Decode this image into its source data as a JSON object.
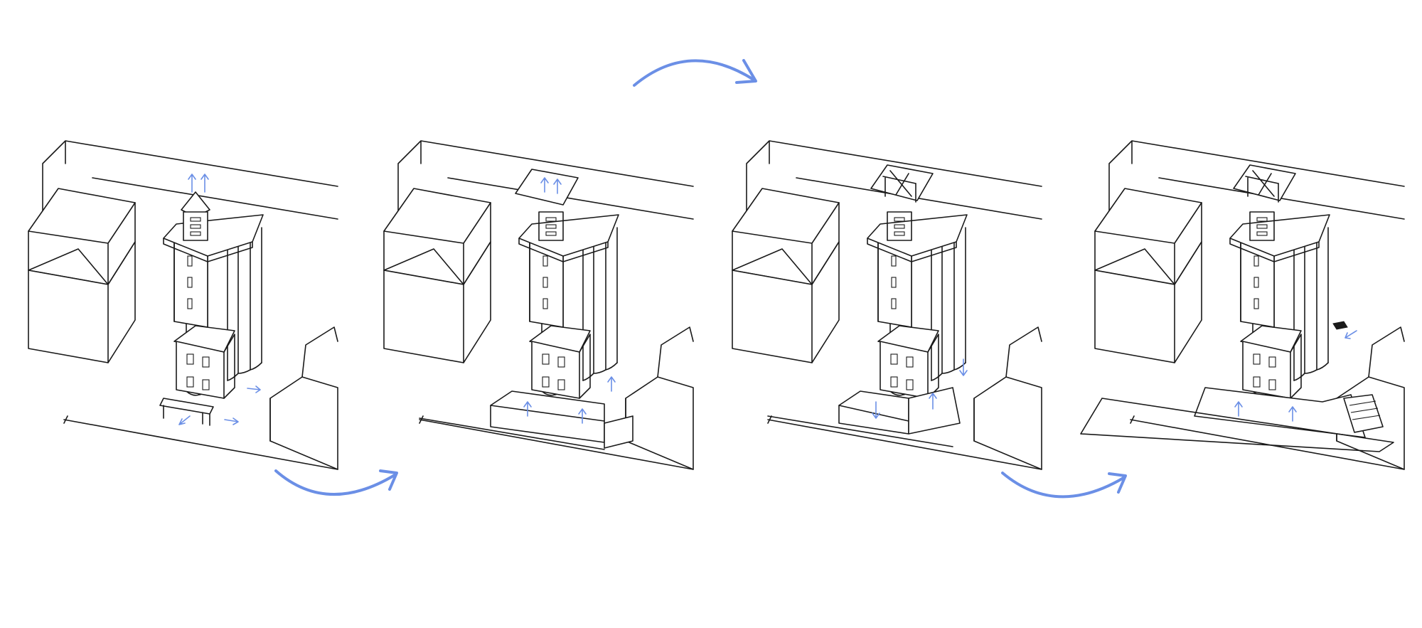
{
  "colors": {
    "accent": "#6b8fe6",
    "line": "#1a1a1a",
    "background": "#ffffff"
  },
  "stages": [
    {
      "id": "stage-1",
      "step": 1
    },
    {
      "id": "stage-2",
      "step": 2
    },
    {
      "id": "stage-3",
      "step": 3
    },
    {
      "id": "stage-4",
      "step": 4
    }
  ],
  "transitions": [
    {
      "from": 1,
      "to": 2,
      "placement": "bottom"
    },
    {
      "from": 2,
      "to": 3,
      "placement": "top"
    },
    {
      "from": 3,
      "to": 4,
      "placement": "bottom"
    }
  ],
  "icons": {
    "transition_arrow": "curved-arrow-icon",
    "movement_arrow": "small-arrow-icon"
  }
}
